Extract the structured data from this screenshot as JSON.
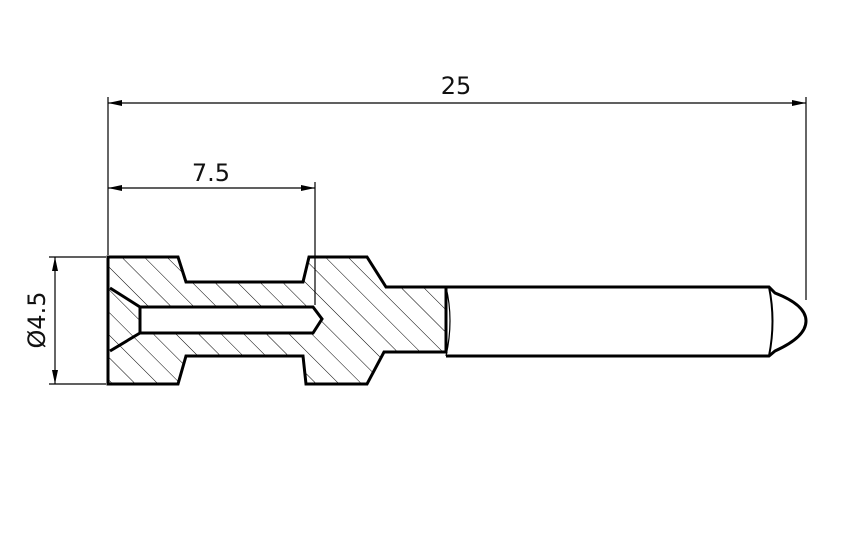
{
  "drawing": {
    "dimensions": {
      "overall_length": "25",
      "bore_depth": "7.5",
      "diameter": "Ø4.5"
    }
  },
  "colors": {
    "line": "#000000",
    "background": "#ffffff"
  }
}
